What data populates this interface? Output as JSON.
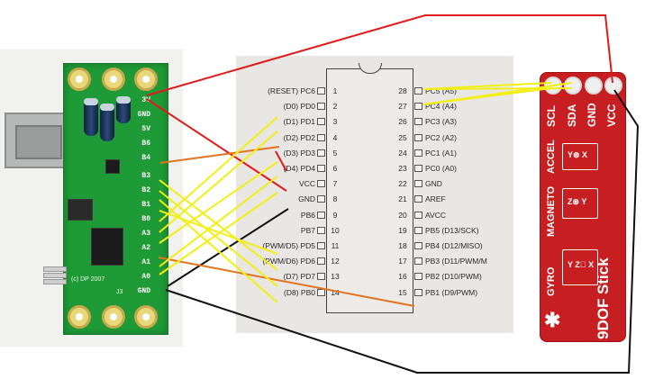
{
  "board": {
    "pins": [
      "3V",
      "GND",
      "5V",
      "B6",
      "B4",
      "B3",
      "B2",
      "B1",
      "B0",
      "A3",
      "A2",
      "A1",
      "A0",
      "GND"
    ],
    "footer_text": "(c) DP 2007",
    "j3_label": "J3"
  },
  "pinout": {
    "left": [
      {
        "num": "1",
        "label": "(RESET) PC6"
      },
      {
        "num": "2",
        "label": "(D0) PD0"
      },
      {
        "num": "3",
        "label": "(D1) PD1"
      },
      {
        "num": "4",
        "label": "(D2) PD2"
      },
      {
        "num": "5",
        "label": "(D3) PD3"
      },
      {
        "num": "6",
        "label": "(D4) PD4"
      },
      {
        "num": "7",
        "label": "VCC"
      },
      {
        "num": "8",
        "label": "GND"
      },
      {
        "num": "9",
        "label": "PB6"
      },
      {
        "num": "10",
        "label": "PB7"
      },
      {
        "num": "11",
        "label": "(PWM/D5) PD5"
      },
      {
        "num": "12",
        "label": "(PWM/D6) PD6"
      },
      {
        "num": "13",
        "label": "(D7) PD7"
      },
      {
        "num": "14",
        "label": "(D8) PB0"
      }
    ],
    "right": [
      {
        "num": "28",
        "label": "PC5 (A5)"
      },
      {
        "num": "27",
        "label": "PC4 (A4)"
      },
      {
        "num": "26",
        "label": "PC3 (A3)"
      },
      {
        "num": "25",
        "label": "PC2 (A2)"
      },
      {
        "num": "24",
        "label": "PC1 (A1)"
      },
      {
        "num": "23",
        "label": "PC0 (A0)"
      },
      {
        "num": "22",
        "label": "GND"
      },
      {
        "num": "21",
        "label": "AREF"
      },
      {
        "num": "20",
        "label": "AVCC"
      },
      {
        "num": "19",
        "label": "PB5 (D13/SCK)"
      },
      {
        "num": "18",
        "label": "PB4 (D12/MISO)"
      },
      {
        "num": "17",
        "label": "PB3 (D11/PWM/M"
      },
      {
        "num": "16",
        "label": "PB2 (D10/PWM)"
      },
      {
        "num": "15",
        "label": "PB1 (D9/PWM)"
      }
    ]
  },
  "stick": {
    "pins": [
      "SCL",
      "SDA",
      "GND",
      "VCC"
    ],
    "gyro_label": "GYRO",
    "magneto_label": "MAGNETO",
    "accel_label": "ACCEL",
    "title": "9DOF Stick"
  },
  "colors": {
    "vcc_wire": "#e01b1b",
    "gnd_wire": "#111111",
    "signal_wire": "#f2ef16",
    "pwm_wire": "#e2731f",
    "pcb_green": "#1e9a36",
    "stick_red": "#c71f21"
  }
}
